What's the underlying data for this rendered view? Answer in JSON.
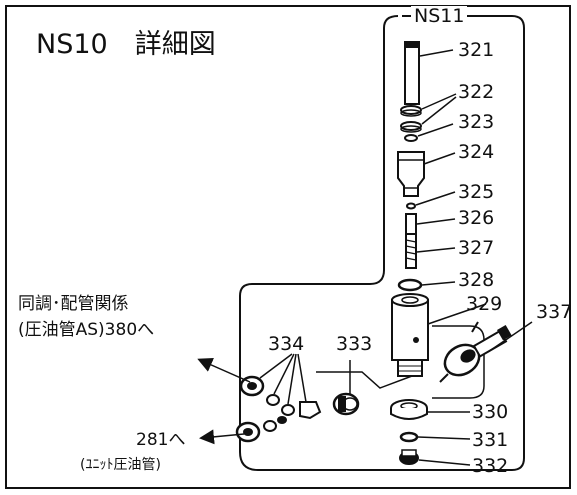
{
  "title": "NS10　詳細図",
  "subassembly_label": "NS11",
  "part_numbers": {
    "p321": "321",
    "p322": "322",
    "p323": "323",
    "p324": "324",
    "p325": "325",
    "p326": "326",
    "p327": "327",
    "p328": "328",
    "p329": "329",
    "p337": "337",
    "p334": "334",
    "p333": "333",
    "p330": "330",
    "p331": "331",
    "p332": "332"
  },
  "notes": {
    "sync_line1": "同調･配管関係",
    "sync_line2": "(圧油管AS)380へ",
    "unit_line1": "281へ",
    "unit_line2": "(ﾕﾆｯﾄ圧油管)"
  }
}
